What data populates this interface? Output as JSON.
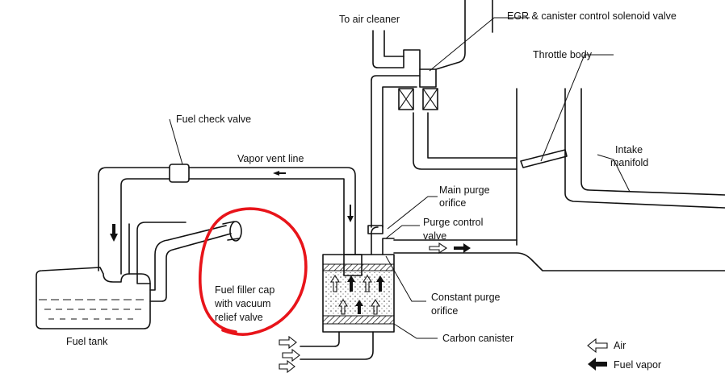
{
  "labels": {
    "to_air_cleaner": "To air cleaner",
    "egr_valve": "EGR & canister control solenoid valve",
    "throttle_body": "Throttle body",
    "fuel_check_valve": "Fuel check valve",
    "vapor_vent_line": "Vapor vent line",
    "intake_manifold": [
      "Intake",
      "manifold"
    ],
    "main_purge_orifice": [
      "Main purge",
      "orifice"
    ],
    "purge_control_valve": [
      "Purge control",
      "valve"
    ],
    "fuel_filler_cap": [
      "Fuel filler cap",
      "with vacuum",
      "relief valve"
    ],
    "constant_purge_orifice": [
      "Constant purge",
      "orifice"
    ],
    "carbon_canister": "Carbon canister",
    "fuel_tank": "Fuel tank"
  },
  "legend": {
    "air": "Air",
    "fuel_vapor": "Fuel vapor"
  },
  "colors": {
    "ink": "#111111",
    "highlight": "#e8141a"
  }
}
